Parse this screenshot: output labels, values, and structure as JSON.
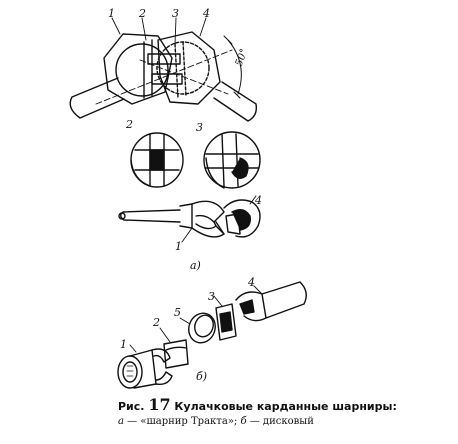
{
  "figure": {
    "panel_a": {
      "labels": [
        "1",
        "2",
        "3",
        "4"
      ],
      "angle": "50°",
      "middle_labels": [
        "2",
        "3"
      ],
      "bottom_labels": [
        "4",
        "1"
      ],
      "caption": "а)"
    },
    "panel_b": {
      "labels": [
        "1",
        "2",
        "5",
        "3",
        "4"
      ],
      "caption": "б)"
    }
  },
  "caption": {
    "prefix": "Рис.",
    "number": "17",
    "title": "Кулачковые карданные шарниры:",
    "sub_a_letter": "а",
    "sub_a_text": " — «шарнир Тракта»; ",
    "sub_b_letter": "б",
    "sub_b_text": " — дисковый"
  }
}
